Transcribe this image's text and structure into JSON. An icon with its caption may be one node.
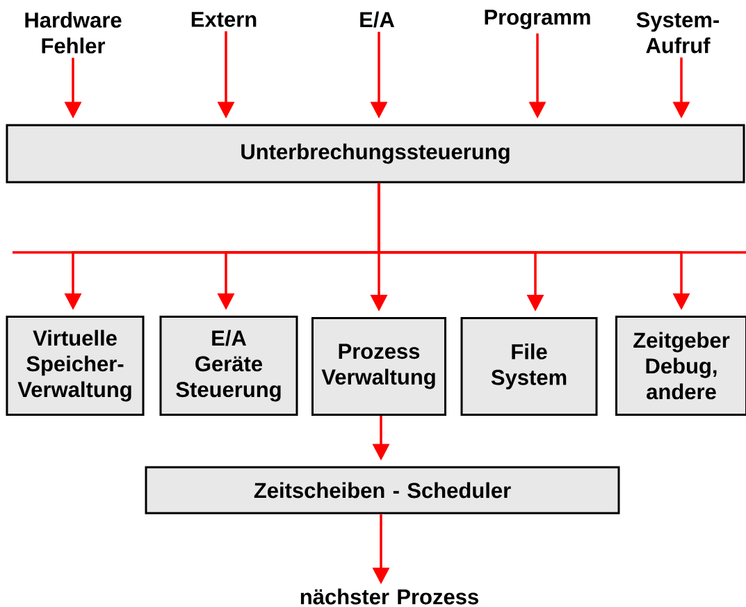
{
  "diagram": {
    "nodes": [
      {
        "text": [
          "Hardware Fehler"
        ]
      },
      {
        "text": [
          "Extern"
        ]
      },
      {
        "text": [
          "E/A"
        ]
      },
      {
        "text": [
          "Programm"
        ]
      },
      {
        "text": [
          "System- Aufruf"
        ]
      },
      {
        "text": [
          "Unterbrechungssteuerung"
        ]
      },
      {
        "text": [
          "Virtuelle Speicher- Verwaltung"
        ]
      },
      {
        "text": [
          "E/A Geräte Steuerung"
        ]
      },
      {
        "text": [
          "Prozess Verwaltung"
        ]
      },
      {
        "text": [
          "File System"
        ]
      },
      {
        "text": [
          "Zeitgeber Debug, andere"
        ]
      },
      {
        "text": [
          "Zeitscheiben - Scheduler"
        ]
      },
      {
        "text": [
          "nächster Prozess"
        ]
      }
    ],
    "edges": [
      {
        "from": 0,
        "to": 5,
        "arrow": "to"
      },
      {
        "from": 1,
        "to": 5,
        "arrow": "to"
      },
      {
        "from": 2,
        "to": 5,
        "arrow": "to"
      },
      {
        "from": 3,
        "to": 5,
        "arrow": "to"
      },
      {
        "from": 4,
        "to": 5,
        "arrow": "to"
      },
      {
        "from": 5,
        "to": 6,
        "arrow": "to"
      },
      {
        "from": 5,
        "to": 7,
        "arrow": "to"
      },
      {
        "from": 5,
        "to": 8,
        "arrow": "to"
      },
      {
        "from": 5,
        "to": 9,
        "arrow": "to"
      },
      {
        "from": 5,
        "to": 10,
        "arrow": "to"
      },
      {
        "from": 8,
        "to": 11,
        "arrow": "to"
      },
      {
        "from": 11,
        "to": 12,
        "arrow": "to"
      }
    ]
  }
}
